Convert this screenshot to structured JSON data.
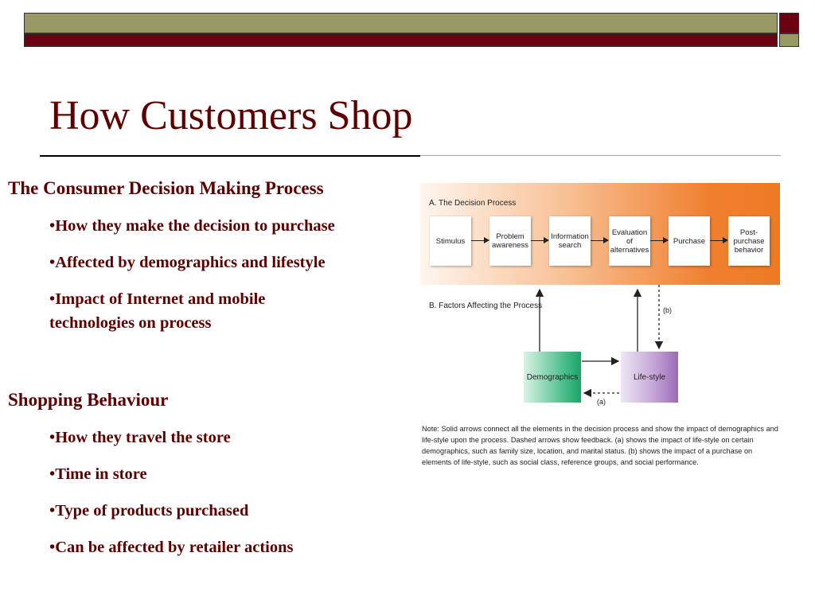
{
  "slide": {
    "title": "How Customers Shop",
    "section1": {
      "heading": "The Consumer Decision Making Process",
      "bullets": [
        "How they make the decision to purchase",
        "Affected by demographics and lifestyle",
        "Impact of Internet and mobile technologies on process"
      ]
    },
    "section2": {
      "heading": "Shopping Behaviour",
      "bullets": [
        "How they travel the store",
        "Time in store",
        "Type of products purchased",
        "Can be affected by retailer actions"
      ]
    },
    "bullet_char": "•"
  },
  "diagram": {
    "panel_a_label": "A. The Decision Process",
    "steps": [
      "Stimulus",
      "Problem awareness",
      "Information search",
      "Evaluation of alternatives",
      "Purchase",
      "Post-purchase behavior"
    ],
    "panel_b_label": "B. Factors Affecting the Process",
    "factors": [
      "Demographics",
      "Life-style"
    ],
    "label_a": "(a)",
    "label_b": "(b)",
    "note": "Note: Solid arrows connect all the elements in the decision process and show the impact of demographics and life-style upon the process. Dashed arrows show feedback. (a) shows the impact of life-style on certain demographics, such as family size, location, and marital status. (b) shows the impact of a purchase on elements of life-style, such as social class, reference groups, and social performance."
  },
  "colors": {
    "title": "#5c0000",
    "banner_olive": "#999966",
    "banner_maroon": "#6b0011",
    "panel_orange": "#ee7a22",
    "demographics_green": "#1aa36a",
    "lifestyle_purple": "#9a6ab8"
  }
}
